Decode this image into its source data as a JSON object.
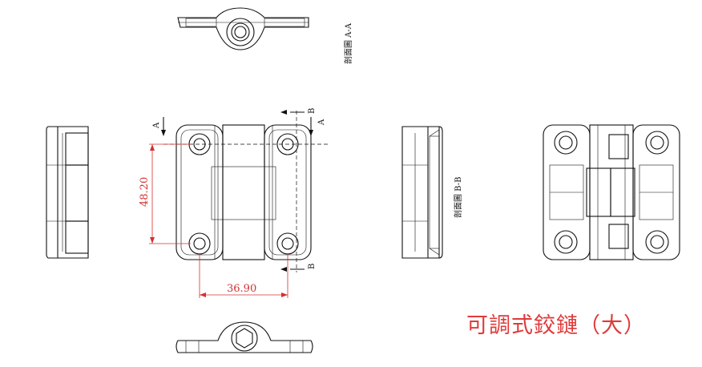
{
  "title": "可調式鉸鏈（大）",
  "labels": {
    "section_aa": "剖面圖 A-A",
    "section_bb": "剖面圖 B-B",
    "cut_a": "A",
    "cut_b": "B"
  },
  "dimensions": {
    "vertical": "48.20",
    "horizontal": "36.90"
  },
  "colors": {
    "dimension": "#d43030",
    "title": "#e03a3a",
    "line": "#111111"
  }
}
